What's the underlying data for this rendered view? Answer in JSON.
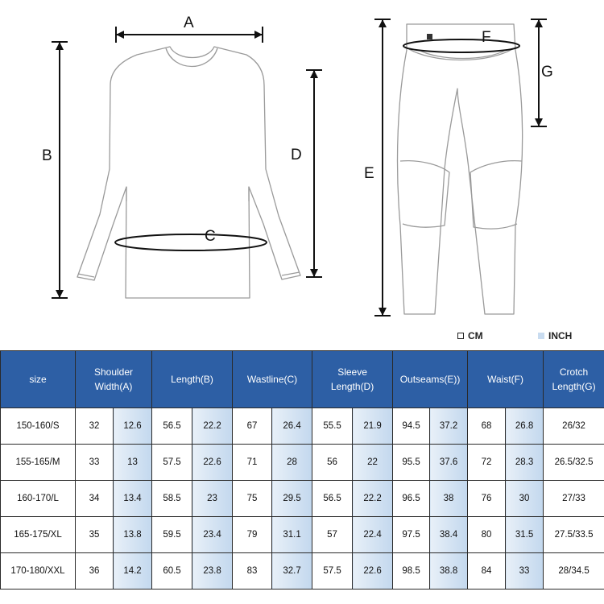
{
  "diagram": {
    "labels": {
      "a": "A",
      "b": "B",
      "c": "C",
      "d": "D",
      "e": "E",
      "f": "F",
      "g": "G"
    }
  },
  "legend": {
    "cm": "CM",
    "inch": "INCH"
  },
  "table": {
    "headers": {
      "size": "size",
      "shoulder_line1": "Shoulder",
      "shoulder_line2": "Width(A)",
      "length": "Length(B)",
      "waistline": "Wastline(C)",
      "sleeve_line1": "Sleeve",
      "sleeve_line2": "Length(D)",
      "outseams": "Outseams(E))",
      "waist": "Waist(F)",
      "crotch_line1": "Crotch",
      "crotch_line2": "Length(G)"
    },
    "rows": [
      [
        "150-160/S",
        "32",
        "12.6",
        "56.5",
        "22.2",
        "67",
        "26.4",
        "55.5",
        "21.9",
        "94.5",
        "37.2",
        "68",
        "26.8",
        "26/32"
      ],
      [
        "155-165/M",
        "33",
        "13",
        "57.5",
        "22.6",
        "71",
        "28",
        "56",
        "22",
        "95.5",
        "37.6",
        "72",
        "28.3",
        "26.5/32.5"
      ],
      [
        "160-170/L",
        "34",
        "13.4",
        "58.5",
        "23",
        "75",
        "29.5",
        "56.5",
        "22.2",
        "96.5",
        "38",
        "76",
        "30",
        "27/33"
      ],
      [
        "165-175/XL",
        "35",
        "13.8",
        "59.5",
        "23.4",
        "79",
        "31.1",
        "57",
        "22.4",
        "97.5",
        "38.4",
        "80",
        "31.5",
        "27.5/33.5"
      ],
      [
        "170-180/XXL",
        "36",
        "14.2",
        "60.5",
        "23.8",
        "83",
        "32.7",
        "57.5",
        "22.6",
        "98.5",
        "38.8",
        "84",
        "33",
        "28/34.5"
      ]
    ]
  }
}
